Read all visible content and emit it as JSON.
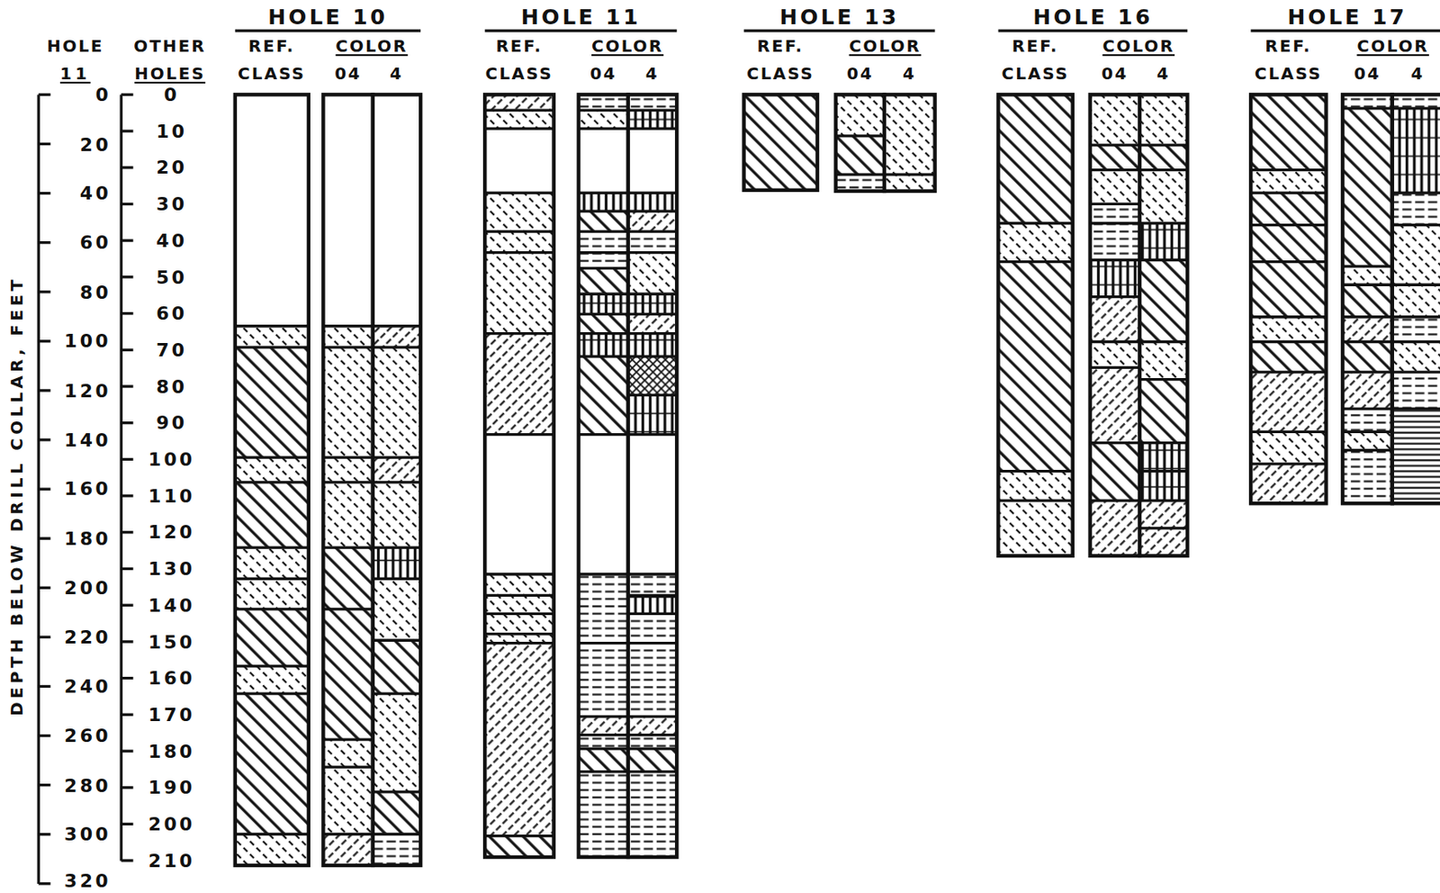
{
  "diagram": {
    "labels": [
      "HOLE 10",
      "REF.",
      "CLASS",
      "COLOR",
      "04",
      "4",
      "HOLE 11",
      "REF.",
      "CLASS",
      "COLOR",
      "04",
      "4",
      "HOLE 13",
      "REF.",
      "CLASS",
      "COLOR",
      "04",
      "4",
      "HOLE 16",
      "REF.",
      "CLASS",
      "COLOR",
      "04",
      "4",
      "HOLE 17",
      "REF.",
      "CLASS",
      "COLOR",
      "04",
      "4",
      "HOLE",
      "11",
      "OTHER",
      "HOLES",
      "0",
      "20",
      "40",
      "60",
      "80",
      "100",
      "120",
      "140",
      "160",
      "180",
      "200",
      "220",
      "240",
      "260",
      "280",
      "300",
      "320",
      "0",
      "10",
      "20",
      "30",
      "40",
      "50",
      "60",
      "70",
      "80",
      "90",
      "100",
      "110",
      "120",
      "130",
      "140",
      "150",
      "160",
      "170",
      "180",
      "190",
      "200",
      "210",
      "DEPTH BELOW DRILL COLLAR, FEET"
    ]
  }
}
